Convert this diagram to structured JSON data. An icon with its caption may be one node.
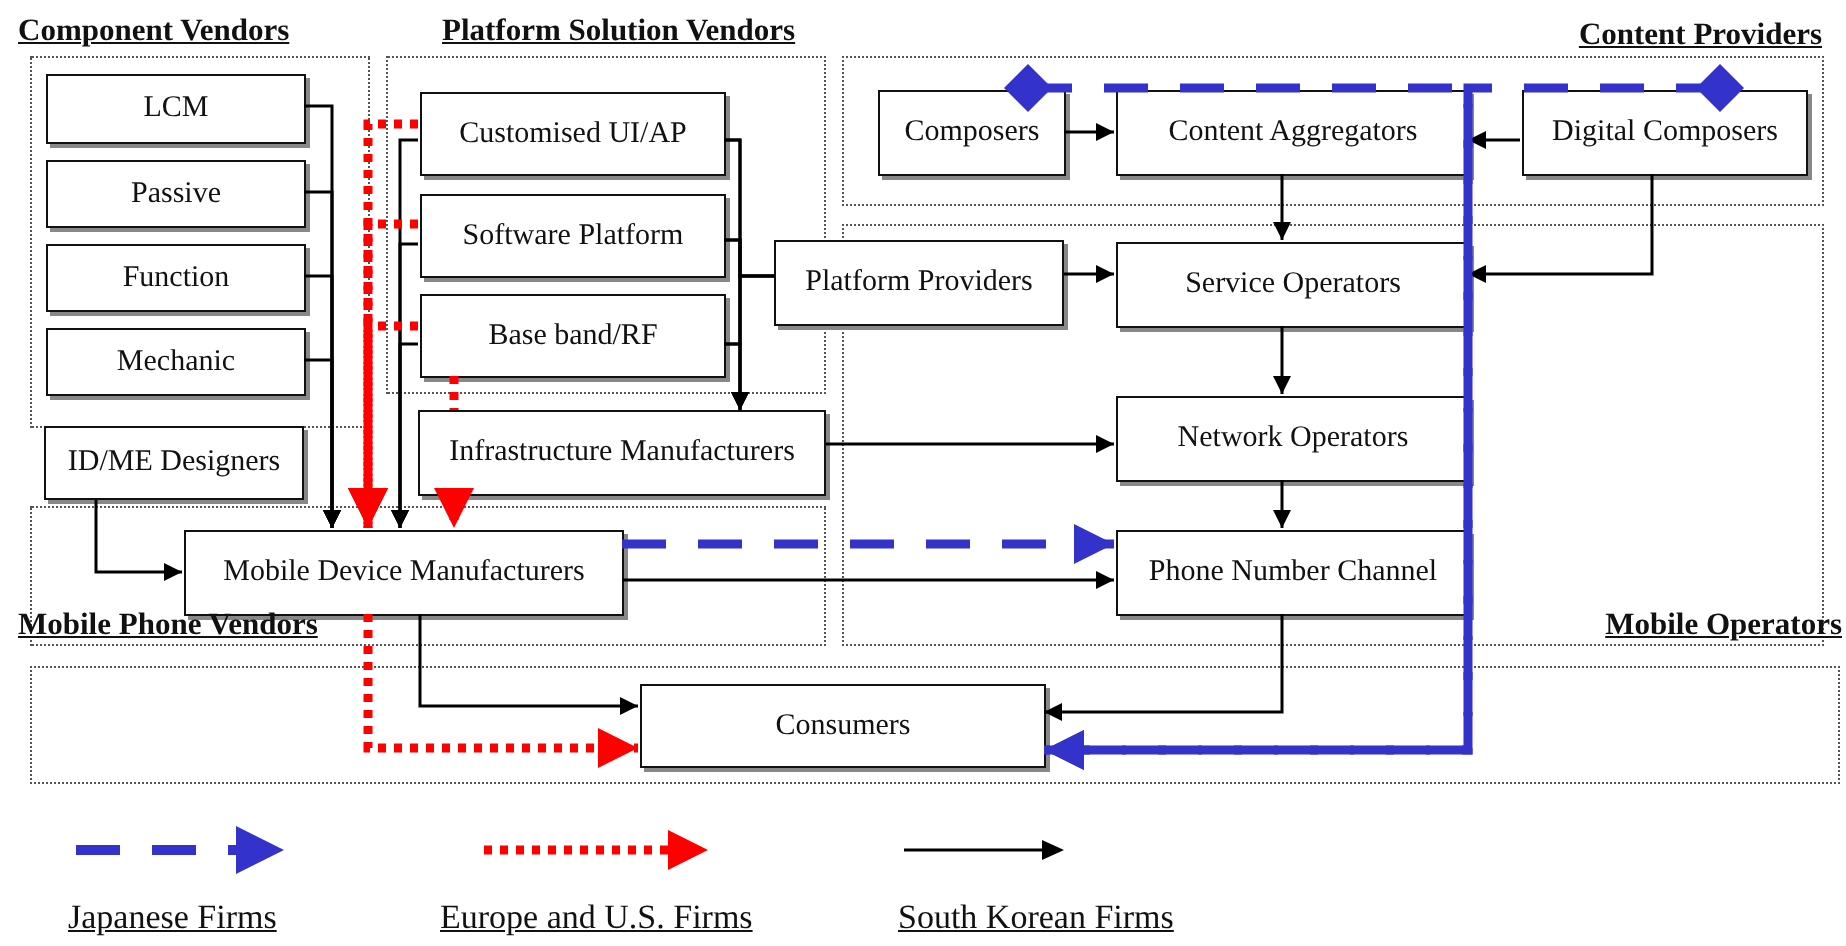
{
  "diagram": {
    "nodes": [
      {
        "text": [
          "Component Vendors"
        ]
      },
      {
        "text": [
          "Platform Solution Vendors"
        ]
      },
      {
        "text": [
          "Content Providers"
        ]
      },
      {
        "text": [
          "Mobile Phone Vendors"
        ]
      },
      {
        "text": [
          "Mobile Operators"
        ]
      },
      {
        "text": [],
        "shape": "box"
      },
      {
        "text": [
          "LCM"
        ],
        "in": 0
      },
      {
        "text": [
          "Passive"
        ],
        "in": 0
      },
      {
        "text": [
          "Function"
        ],
        "in": 0
      },
      {
        "text": [
          "Mechanic"
        ],
        "in": 0
      },
      {
        "text": [
          "Customised UI/AP"
        ],
        "in": 1
      },
      {
        "text": [
          "Software Platform"
        ],
        "in": 1
      },
      {
        "text": [
          "Base band/RF"
        ],
        "in": 1
      },
      {
        "text": [
          "Composers"
        ],
        "in": 2
      },
      {
        "text": [
          "Content Aggregators"
        ],
        "in": 2
      },
      {
        "text": [
          "Digital Composers"
        ],
        "in": 2
      },
      {
        "text": [
          "Platform Providers"
        ]
      },
      {
        "text": [
          "Service Operators"
        ],
        "in": 4
      },
      {
        "text": [
          "ID/ME Designers"
        ]
      },
      {
        "text": [
          "Infrastructure Manufacturers"
        ]
      },
      {
        "text": [
          "Network Operators"
        ],
        "in": 4
      },
      {
        "text": [
          "Mobile Device Manufacturers"
        ],
        "in": 3
      },
      {
        "text": [
          "Phone Number Channel"
        ],
        "in": 4
      },
      {
        "text": [
          "Consumers"
        ],
        "in": 5
      }
    ],
    "edges": [
      {
        "from": 6,
        "to": 21,
        "arrow": "to"
      },
      {
        "from": 7,
        "to": 21,
        "arrow": "to"
      },
      {
        "from": 8,
        "to": 21,
        "arrow": "to"
      },
      {
        "from": 9,
        "to": 21,
        "arrow": "to"
      },
      {
        "from": 10,
        "to": 21,
        "arrow": "to"
      },
      {
        "from": 11,
        "to": 21,
        "arrow": "to"
      },
      {
        "from": 12,
        "to": 21,
        "arrow": "to"
      },
      {
        "from": 10,
        "to": 19,
        "arrow": "to"
      },
      {
        "from": 11,
        "to": 19,
        "arrow": "to"
      },
      {
        "from": 12,
        "to": 19,
        "arrow": "to"
      },
      {
        "from": 10,
        "to": 16,
        "arrow": "none"
      },
      {
        "from": 11,
        "to": 16,
        "arrow": "none"
      },
      {
        "from": 12,
        "to": 16,
        "arrow": "none"
      },
      {
        "from": 18,
        "to": 21,
        "arrow": "to"
      },
      {
        "from": 13,
        "to": 14,
        "arrow": "to"
      },
      {
        "from": 15,
        "to": 14,
        "arrow": "to"
      },
      {
        "from": 14,
        "to": 17,
        "arrow": "to"
      },
      {
        "from": 15,
        "to": 17,
        "arrow": "to"
      },
      {
        "from": 16,
        "to": 17,
        "arrow": "to"
      },
      {
        "from": 17,
        "to": 20,
        "arrow": "to"
      },
      {
        "from": 19,
        "to": 20,
        "arrow": "to"
      },
      {
        "from": 20,
        "to": 22,
        "arrow": "to"
      },
      {
        "from": 21,
        "to": 22,
        "arrow": "to"
      },
      {
        "from": 21,
        "to": 23,
        "arrow": "to"
      },
      {
        "from": 22,
        "to": 23,
        "arrow": "to"
      },
      {
        "from": 10,
        "to": 21,
        "arrow": "to",
        "style": "dashed",
        "color": "#ff0000"
      },
      {
        "from": 11,
        "to": 21,
        "arrow": "to",
        "style": "dashed",
        "color": "#ff0000"
      },
      {
        "from": 12,
        "to": 21,
        "arrow": "to",
        "style": "dashed",
        "color": "#ff0000"
      },
      {
        "from": 12,
        "to": 19,
        "arrow": "none",
        "style": "dashed",
        "color": "#ff0000"
      },
      {
        "from": 19,
        "to": 21,
        "arrow": "to",
        "style": "dashed",
        "color": "#ff0000"
      },
      {
        "from": 21,
        "to": 23,
        "arrow": "to",
        "style": "dashed",
        "color": "#ff0000"
      },
      {
        "from": 21,
        "to": 22,
        "arrow": "to",
        "style": "dashed",
        "color": "#3333cc"
      },
      {
        "from": 13,
        "to": 23,
        "arrow": "to",
        "style": "dashed",
        "color": "#3333cc"
      },
      {
        "from": 15,
        "to": 23,
        "arrow": "to",
        "style": "dashed",
        "color": "#3333cc"
      }
    ],
    "legend": [
      {
        "text": "Japanese Firms"
      },
      {
        "text": "Europe and U.S. Firms"
      },
      {
        "text": "South Korean Firms"
      }
    ]
  }
}
